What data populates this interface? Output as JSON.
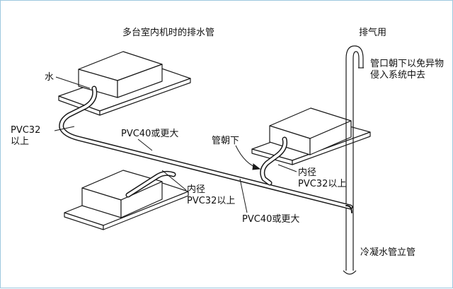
{
  "diagram": {
    "title": "多台室内机时的排水管",
    "labels": {
      "water": "水",
      "pvc32_left": [
        "PVC32",
        "以上"
      ],
      "pvc40_top": "PVC40或更大",
      "pipe_down": "管朝下",
      "inner_dia_right": [
        "内径",
        "PVC32以上"
      ],
      "inner_dia_mid": [
        "内径",
        "PVC32以上"
      ],
      "pvc40_bottom": "PVC40或更大",
      "exhaust": "排气用",
      "pipe_note": [
        "管口朝下以免异物",
        "侵入系统中去"
      ],
      "riser": "冷凝水管立管"
    },
    "colors": {
      "line": "#1a1a1a",
      "fill": "#ffffff",
      "border": "#9ec8df"
    }
  }
}
